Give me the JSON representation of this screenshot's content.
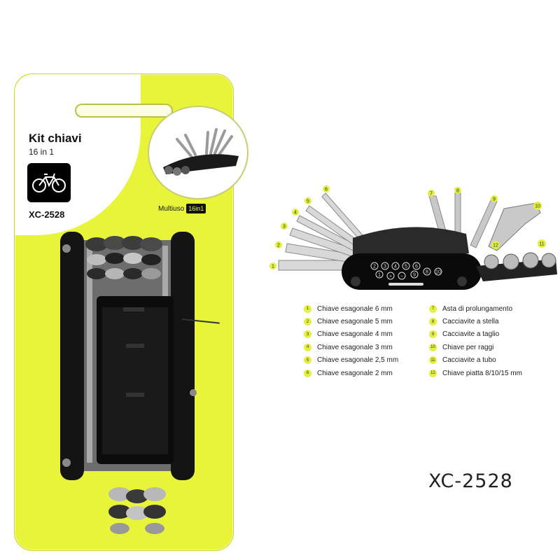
{
  "card": {
    "title": "Kit chiavi",
    "subtitle": "16 in 1",
    "icon": "bicycle-icon",
    "code": "XC-2528",
    "multiuso_label": "Multiuso",
    "badge": "16in1",
    "accent_color": "#e7f43a"
  },
  "parts": {
    "left": [
      {
        "number": "1",
        "label": "Chiave esagonale 6 mm"
      },
      {
        "number": "2",
        "label": "Chiave esagonale 5 mm"
      },
      {
        "number": "3",
        "label": "Chiave esagonale 4 mm"
      },
      {
        "number": "4",
        "label": "Chiave esagonale 3 mm"
      },
      {
        "number": "5",
        "label": "Chiave esagonale 2,5 mm"
      },
      {
        "number": "6",
        "label": "Chiave esagonale 2 mm"
      }
    ],
    "right": [
      {
        "number": "7",
        "label": "Asta di prolungamento"
      },
      {
        "number": "8",
        "label": "Cacciavite a stella"
      },
      {
        "number": "9",
        "label": "Cacciavite a taglio"
      },
      {
        "number": "10",
        "label": "Chiave per raggi"
      },
      {
        "number": "11",
        "label": "Cacciavite a tubo"
      },
      {
        "number": "12",
        "label": "Chiave piatta 8/10/15 mm"
      }
    ]
  },
  "diagram_labels": [
    "1",
    "2",
    "3",
    "4",
    "5",
    "6",
    "7",
    "8",
    "9",
    "10",
    "11",
    "12"
  ],
  "handle_marks": [
    "2",
    "3",
    "4",
    "5",
    "6",
    "8",
    "10",
    "1",
    "+",
    "−",
    "9"
  ],
  "product_code": "XC-2528"
}
